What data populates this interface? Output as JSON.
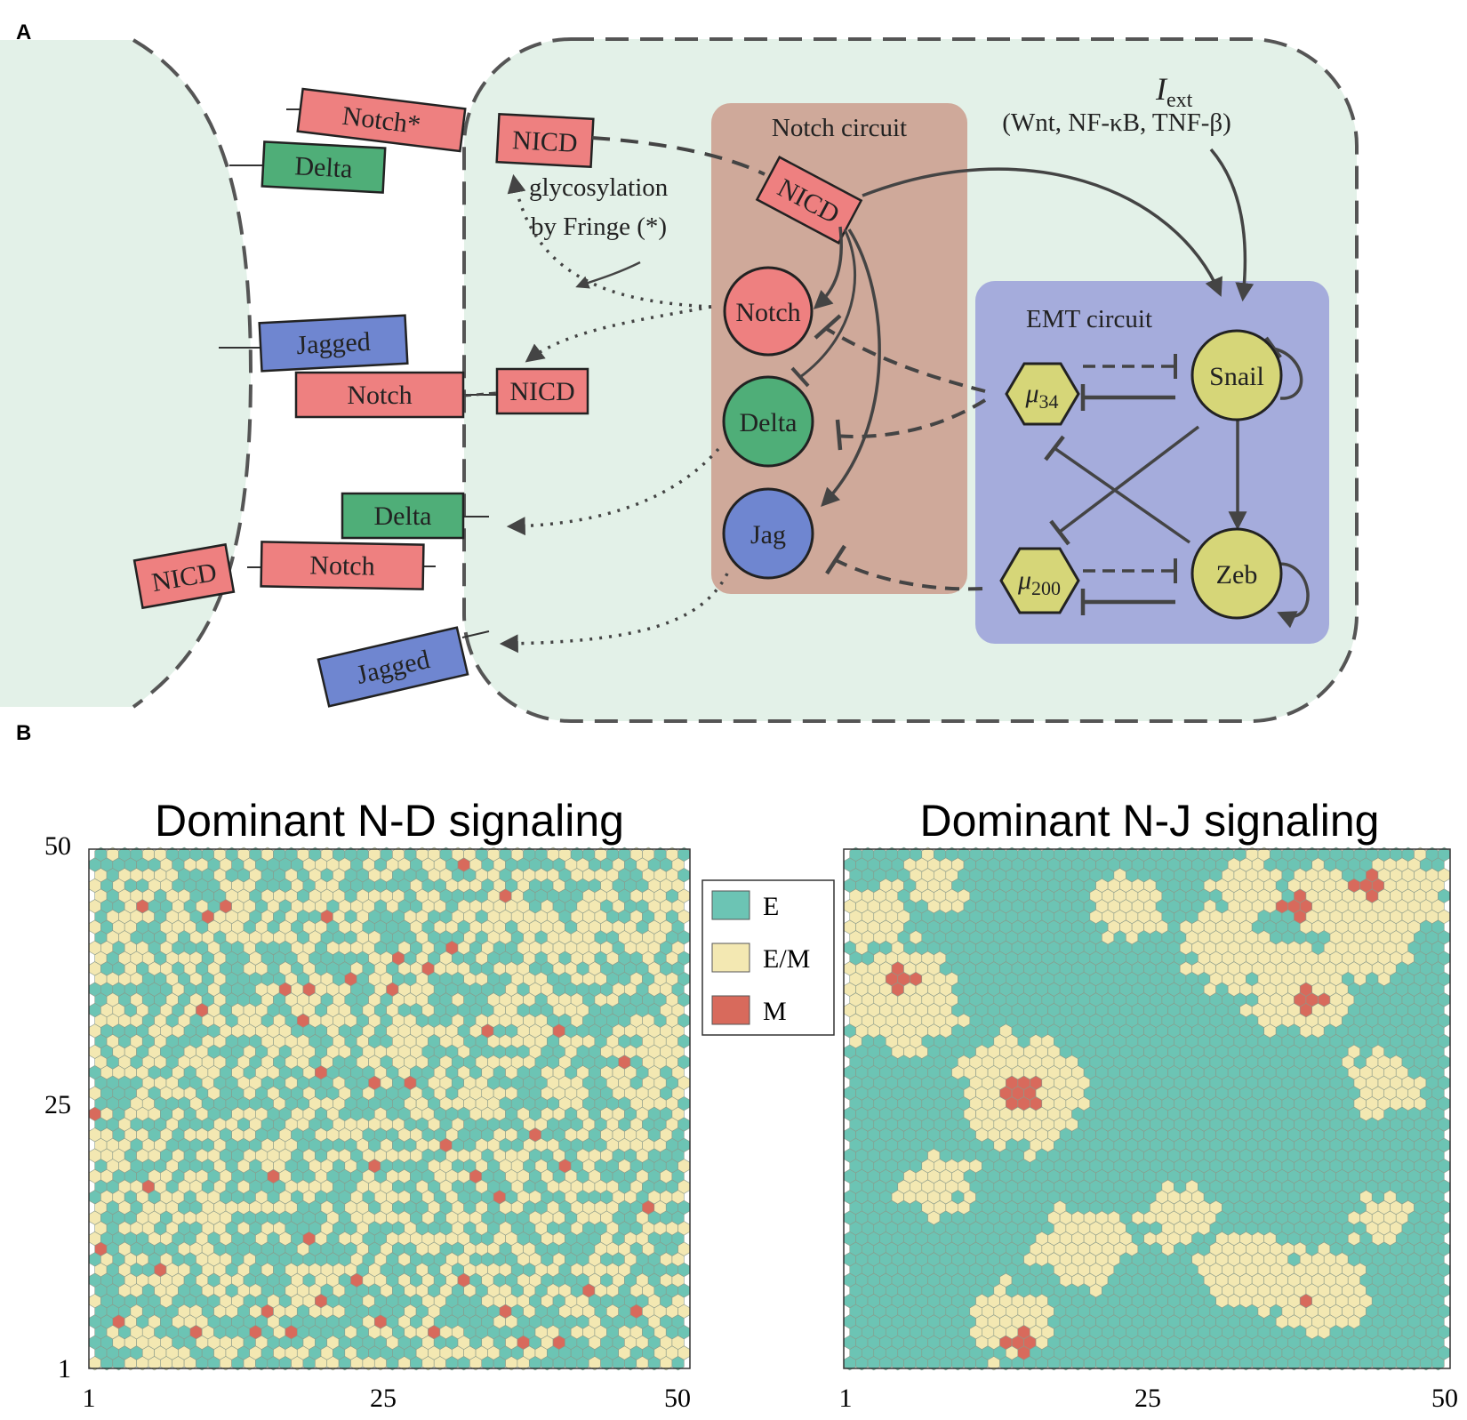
{
  "panel_a": {
    "label": "A",
    "neighbor_boxes": {
      "notch_star": "Notch*",
      "delta_top": "Delta",
      "jagged_left": "Jagged",
      "notch_mid": "Notch",
      "delta_bottom": "Delta",
      "nicd_left": "NICD",
      "notch_bottom": "Notch",
      "jagged_bottom": "Jagged"
    },
    "nicd_labels": {
      "top": "NICD",
      "circuit": "NICD",
      "middle": "NICD"
    },
    "glycosylation_line1": "glycosylation",
    "glycosylation_line2": "by Fringe (*)",
    "notch_circuit_title": "Notch circuit",
    "emt_circuit_title": "EMT circuit",
    "nodes": {
      "notch": "Notch",
      "delta": "Delta",
      "jag": "Jag",
      "snail": "Snail",
      "zeb": "Zeb",
      "mu34_base": "μ",
      "mu34_sub": "34",
      "mu200_base": "μ",
      "mu200_sub": "200"
    },
    "iext_base": "I",
    "iext_sub": "ext",
    "iext_inputs": "(Wnt, NF-κB, TNF-β)",
    "colors": {
      "cell_fill": "#e3f1e8",
      "notch_circuit": "#cfa99a",
      "emt_circuit": "#a5acdc",
      "red_box": "#ee8080",
      "green_box": "#4fae78",
      "blue_box": "#6f86d0",
      "yellow_node": "#d6d678"
    }
  },
  "panel_b": {
    "label": "B",
    "legend": [
      {
        "label": "E",
        "color": "#6cc4b4"
      },
      {
        "label": "E/M",
        "color": "#f3e8b2"
      },
      {
        "label": "M",
        "color": "#d86a5c"
      }
    ],
    "charts": [
      {
        "title": "Dominant N-D signaling",
        "x_ticks": [
          "1",
          "25",
          "50"
        ],
        "y_ticks": [
          "50",
          "25",
          "1"
        ]
      },
      {
        "title": "Dominant N-J signaling",
        "x_ticks": [
          "1",
          "25",
          "50"
        ],
        "y_ticks": []
      }
    ]
  },
  "chart_data": [
    {
      "type": "heatmap",
      "title": "Dominant N-D signaling",
      "grid_size": [
        50,
        50
      ],
      "xlim": [
        1,
        50
      ],
      "ylim": [
        1,
        50
      ],
      "categories": [
        "E",
        "E/M",
        "M"
      ],
      "pattern": "salt-and-pepper mix of E and E/M with scattered isolated M cells",
      "m_cells": [
        [
          12,
          45
        ],
        [
          32,
          49
        ],
        [
          35,
          46
        ],
        [
          10,
          44
        ],
        [
          20,
          44
        ],
        [
          26,
          40
        ],
        [
          29,
          39
        ],
        [
          31,
          41
        ],
        [
          17,
          37
        ],
        [
          19,
          37
        ],
        [
          22,
          38
        ],
        [
          26,
          37
        ],
        [
          10,
          35
        ],
        [
          18,
          34
        ],
        [
          34,
          33
        ],
        [
          40,
          33
        ],
        [
          20,
          29
        ],
        [
          24,
          28
        ],
        [
          27,
          28
        ],
        [
          45,
          30
        ],
        [
          1,
          25
        ],
        [
          30,
          22
        ],
        [
          38,
          23
        ],
        [
          24,
          20
        ],
        [
          33,
          19
        ],
        [
          40,
          20
        ],
        [
          16,
          19
        ],
        [
          35,
          17
        ],
        [
          47,
          16
        ],
        [
          5,
          18
        ],
        [
          1,
          12
        ],
        [
          19,
          13
        ],
        [
          6,
          10
        ],
        [
          23,
          9
        ],
        [
          32,
          9
        ],
        [
          42,
          8
        ],
        [
          15,
          6
        ],
        [
          20,
          7
        ],
        [
          25,
          5
        ],
        [
          35,
          6
        ],
        [
          3,
          5
        ],
        [
          9,
          4
        ],
        [
          14,
          4
        ],
        [
          17,
          4
        ],
        [
          29,
          4
        ],
        [
          37,
          3
        ],
        [
          40,
          3
        ],
        [
          46,
          6
        ],
        [
          5,
          45
        ]
      ]
    },
    {
      "type": "heatmap",
      "title": "Dominant N-J signaling",
      "grid_size": [
        50,
        50
      ],
      "xlim": [
        1,
        50
      ],
      "ylim": [
        1,
        50
      ],
      "categories": [
        "E",
        "E/M",
        "M"
      ],
      "pattern": "large clustered domains of E/M with M cores inside an E background",
      "m_clusters": [
        {
          "center": [
            15,
            27
          ],
          "radius": 1.6
        },
        {
          "center": [
            39,
            36
          ],
          "radius": 1.3
        },
        {
          "center": [
            5,
            38
          ],
          "radius": 1.2
        },
        {
          "center": [
            38,
            45
          ],
          "radius": 1.2
        },
        {
          "center": [
            44,
            47
          ],
          "radius": 1.4
        },
        {
          "center": [
            15,
            3
          ],
          "radius": 1.0
        },
        {
          "center": [
            39,
            7
          ],
          "radius": 0.9
        }
      ]
    }
  ]
}
